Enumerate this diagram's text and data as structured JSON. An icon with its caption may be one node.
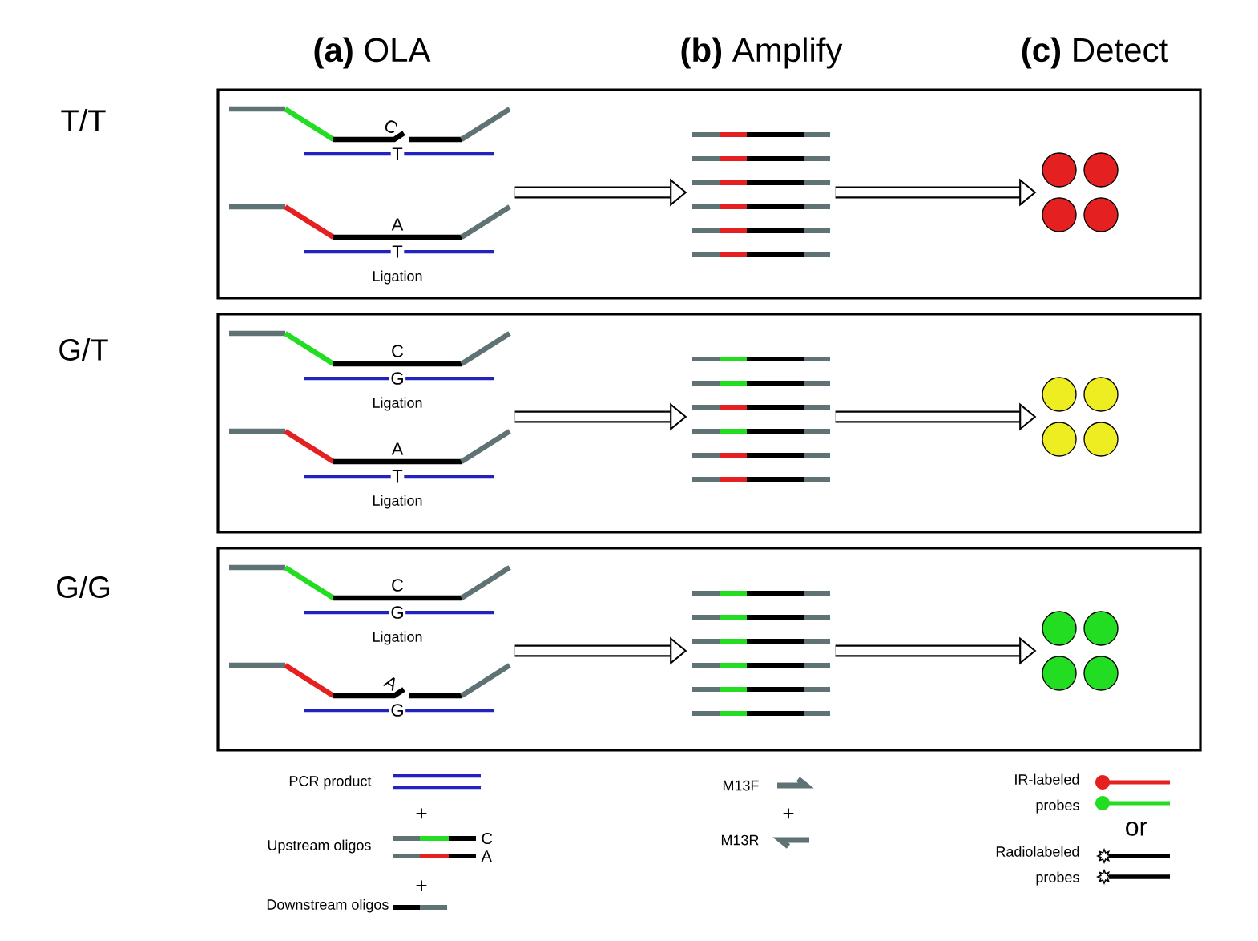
{
  "diagram": {
    "nodes": [
      {
        "text": [],
        "shape": "box",
        "beside": [
          "T/T"
        ]
      },
      {
        "text": [
          "C",
          "T",
          "A",
          "T",
          "Ligation"
        ],
        "in": 0
      },
      {
        "text": [],
        "shape": "picture",
        "in": 0
      },
      {
        "text": [],
        "shape": "picture",
        "in": 0
      },
      {
        "text": [],
        "shape": "box",
        "beside": [
          "G/T"
        ]
      },
      {
        "text": [
          "C",
          "G",
          "Ligation",
          "A",
          "T",
          "Ligation"
        ],
        "in": 4
      },
      {
        "text": [],
        "shape": "picture",
        "in": 4
      },
      {
        "text": [],
        "shape": "picture",
        "in": 4
      },
      {
        "text": [],
        "shape": "box",
        "beside": [
          "G/G"
        ]
      },
      {
        "text": [
          "C",
          "G",
          "Ligation",
          "A",
          "G"
        ],
        "in": 8
      },
      {
        "text": [],
        "shape": "picture",
        "in": 8
      },
      {
        "text": [],
        "shape": "picture",
        "in": 8
      }
    ],
    "edges": [
      {
        "from": 1,
        "to": 2,
        "arrow": "to"
      },
      {
        "from": 2,
        "to": 3,
        "arrow": "to"
      },
      {
        "from": 5,
        "to": 6,
        "arrow": "to"
      },
      {
        "from": 6,
        "to": 7,
        "arrow": "to"
      },
      {
        "from": 9,
        "to": 10,
        "arrow": "to"
      },
      {
        "from": 10,
        "to": 11,
        "arrow": "to"
      }
    ],
    "labels": [
      "**(a)** OLA",
      "**(b)** Amplify",
      "**(c)** Detect",
      "PCR product",
      "+",
      "Upstream oligos",
      "C",
      "A",
      "+",
      "Downstream oligos",
      "M13F",
      "+",
      "M13R",
      "IR-labeled probes",
      "or",
      "Radiolabeled probes"
    ]
  }
}
